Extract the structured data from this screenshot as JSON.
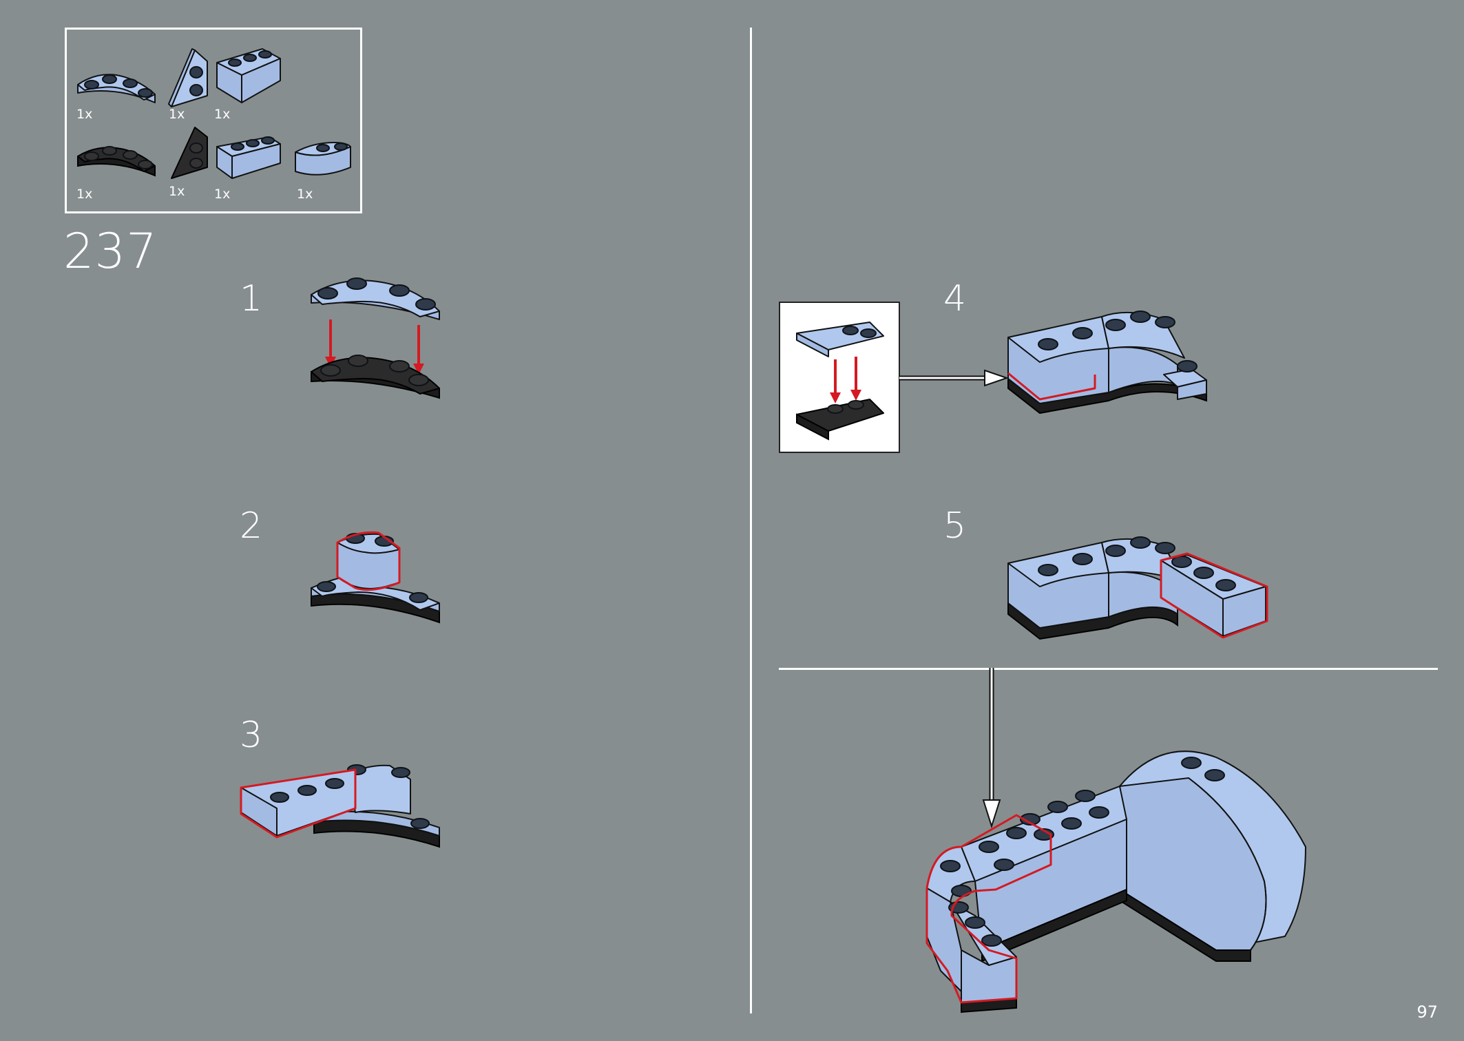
{
  "parts_list": {
    "row1": [
      {
        "qty": "1x",
        "icon": "light-blue-curved-plate-icon"
      },
      {
        "qty": "1x",
        "icon": "light-blue-wedge-plate-icon"
      },
      {
        "qty": "1x",
        "icon": "light-blue-wedge-brick-icon"
      }
    ],
    "row2": [
      {
        "qty": "1x",
        "icon": "dark-curved-plate-icon"
      },
      {
        "qty": "1x",
        "icon": "dark-wedge-plate-icon"
      },
      {
        "qty": "1x",
        "icon": "light-blue-wedge-brick-icon"
      },
      {
        "qty": "1x",
        "icon": "light-blue-curved-brick-icon"
      }
    ]
  },
  "step_number": "237",
  "substeps": [
    "1",
    "2",
    "3",
    "4",
    "5"
  ],
  "page_number": "97",
  "colors": {
    "background": "#878e8f",
    "light_bluish": "#b0c8ee",
    "highlight_red": "#d41a22",
    "dark": "#2b2b2b"
  }
}
